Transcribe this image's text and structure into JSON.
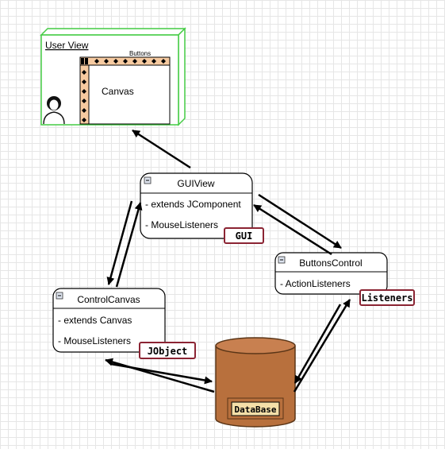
{
  "user_view": {
    "title": "User View",
    "buttons_label": "Buttons",
    "canvas_label": "Canvas"
  },
  "gui_view": {
    "title": "GUIView",
    "members": [
      "- extends JComponent",
      "- MouseListeners"
    ],
    "tag": "GUI"
  },
  "buttons_control": {
    "title": "ButtonsControl",
    "members": [
      "- ActionListeners"
    ],
    "tag": "Listeners"
  },
  "control_canvas": {
    "title": "ControlCanvas",
    "members": [
      "- extends Canvas",
      "- MouseListeners"
    ],
    "tag": "JObject"
  },
  "database": {
    "label": "DataBase"
  },
  "icons": {
    "collapse": "minus-box-icon",
    "user": "user-person-icon"
  },
  "colors": {
    "user_view_border": "#44cc44",
    "link_text": "#1a9a1a",
    "database_fill": "#b8703d",
    "tag_border": "#8b2433",
    "button_strip": "#f6caa0"
  }
}
